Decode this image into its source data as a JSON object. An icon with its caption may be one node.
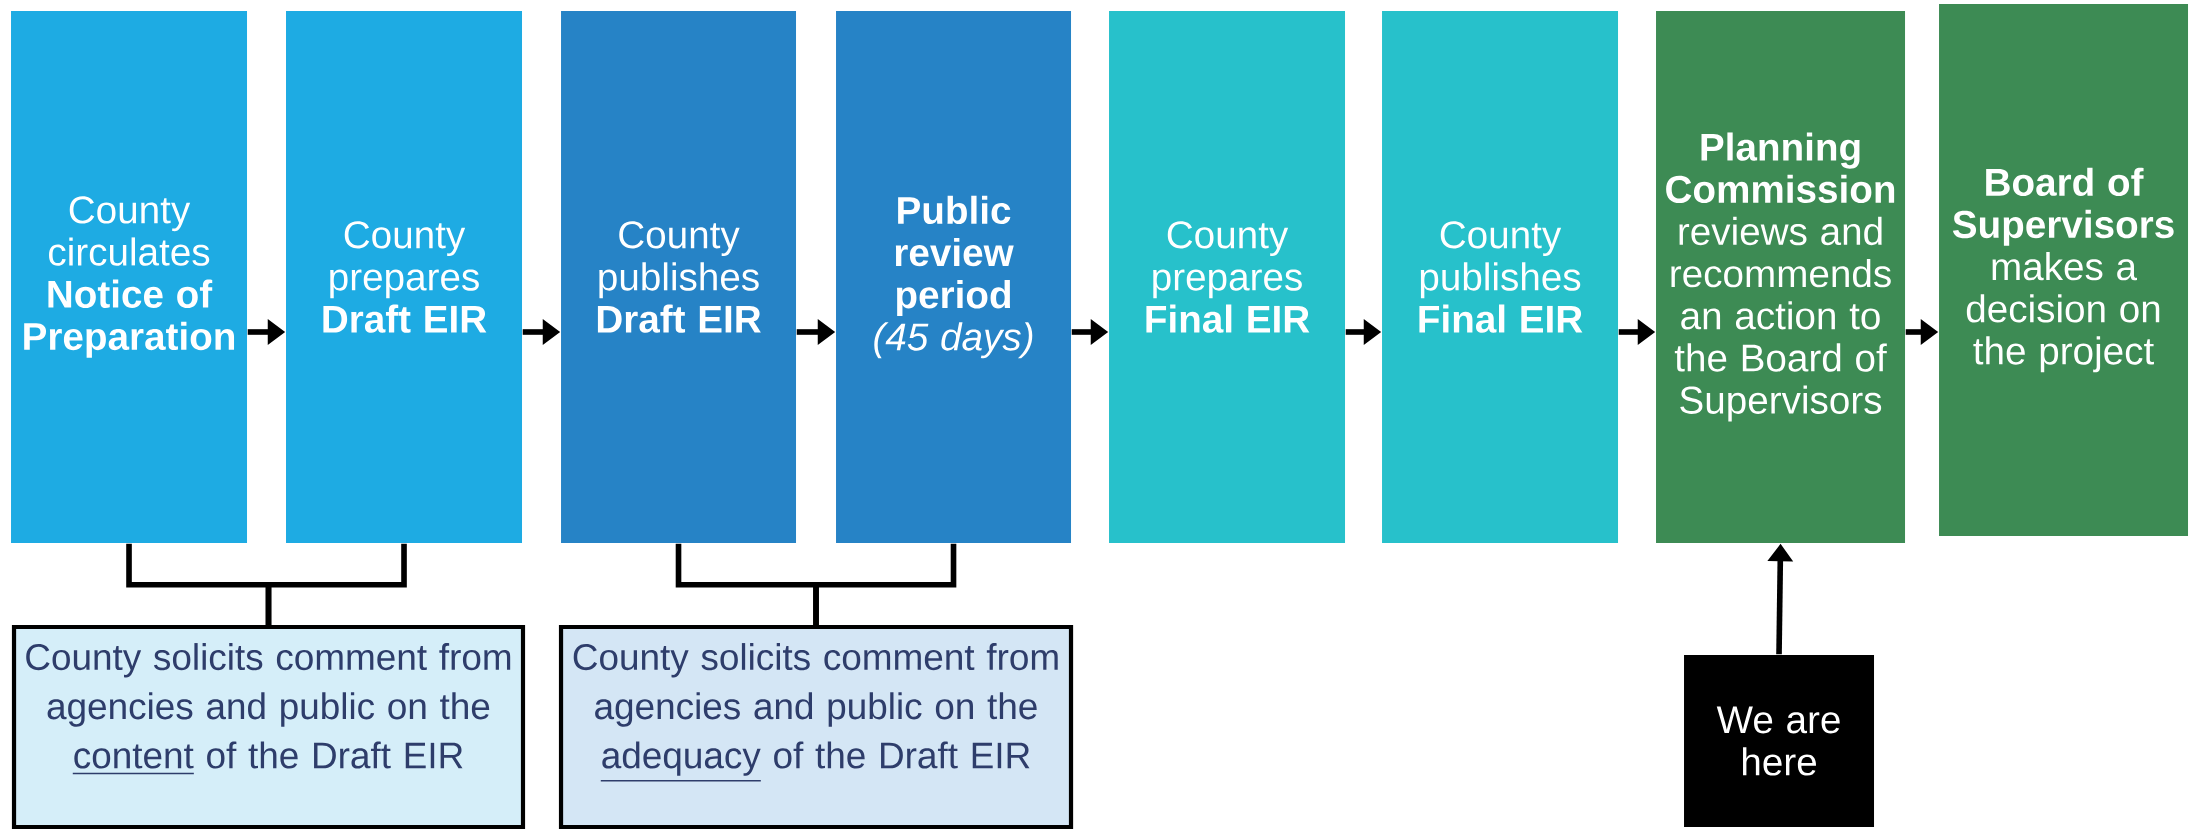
{
  "diagram": {
    "nodes": [
      {
        "text": [
          "County circulates **Notice of Preparation**"
        ]
      },
      {
        "text": [
          "County prepares **Draft EIR**"
        ]
      },
      {
        "text": [
          "County publishes **Draft EIR**"
        ]
      },
      {
        "text": [
          "**Public review period** *(45 days)*"
        ]
      },
      {
        "text": [
          "County prepares **Final EIR**"
        ]
      },
      {
        "text": [
          "County publishes **Final EIR**"
        ]
      },
      {
        "text": [
          "**Planning Commission** reviews and recommends an action to the Board of Supervisors"
        ]
      },
      {
        "text": [
          "**Board of Supervisors** makes a decision on the project"
        ]
      },
      {
        "text": [
          "County solicits comment from agencies and public on the",
          "content",
          "of the Draft EIR"
        ]
      },
      {
        "text": [
          "County solicits comment from agencies and public on the",
          "adequacy",
          "of the Draft EIR"
        ]
      },
      {
        "text": [
          "We are here"
        ]
      }
    ],
    "edges": [
      {
        "from": 0,
        "to": 1,
        "arrow": "to"
      },
      {
        "from": 1,
        "to": 2,
        "arrow": "to"
      },
      {
        "from": 2,
        "to": 3,
        "arrow": "to"
      },
      {
        "from": 3,
        "to": 4,
        "arrow": "to"
      },
      {
        "from": 4,
        "to": 5,
        "arrow": "to"
      },
      {
        "from": 5,
        "to": 6,
        "arrow": "to"
      },
      {
        "from": 6,
        "to": 7,
        "arrow": "to"
      },
      {
        "from": 0,
        "to": 8,
        "arrow": "none"
      },
      {
        "from": 1,
        "to": 8,
        "arrow": "none"
      },
      {
        "from": 2,
        "to": 9,
        "arrow": "none"
      },
      {
        "from": 3,
        "to": 9,
        "arrow": "none"
      },
      {
        "from": 10,
        "to": 6,
        "arrow": "to"
      }
    ]
  }
}
